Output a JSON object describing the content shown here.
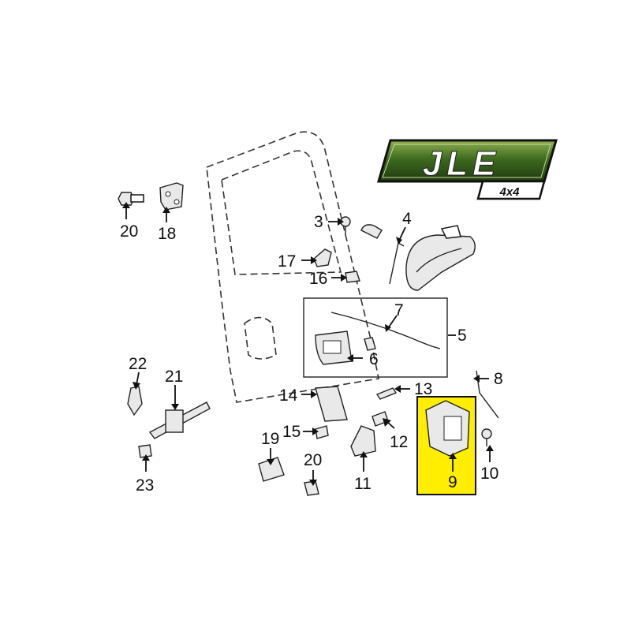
{
  "logo": {
    "text": "JLE",
    "subtext": "4x4",
    "colors": {
      "green": "#2e4a1e",
      "green_light": "#6a8f3a",
      "frame": "#1a1a1a"
    }
  },
  "highlight": {
    "color": "#ffee00",
    "part": "9"
  },
  "callouts": {
    "c3": "3",
    "c4": "4",
    "c5": "5",
    "c6": "6",
    "c7": "7",
    "c8": "8",
    "c9": "9",
    "c10": "10",
    "c11": "11",
    "c12": "12",
    "c13": "13",
    "c14": "14",
    "c15": "15",
    "c16": "16",
    "c17": "17",
    "c18": "18",
    "c19": "19",
    "c20a": "20",
    "c20b": "20",
    "c21": "21",
    "c22": "22",
    "c23": "23"
  },
  "icons": [
    "door-outline-icon",
    "outside-handle-icon",
    "latch-icon",
    "hinge-icon",
    "bolt-icon"
  ]
}
